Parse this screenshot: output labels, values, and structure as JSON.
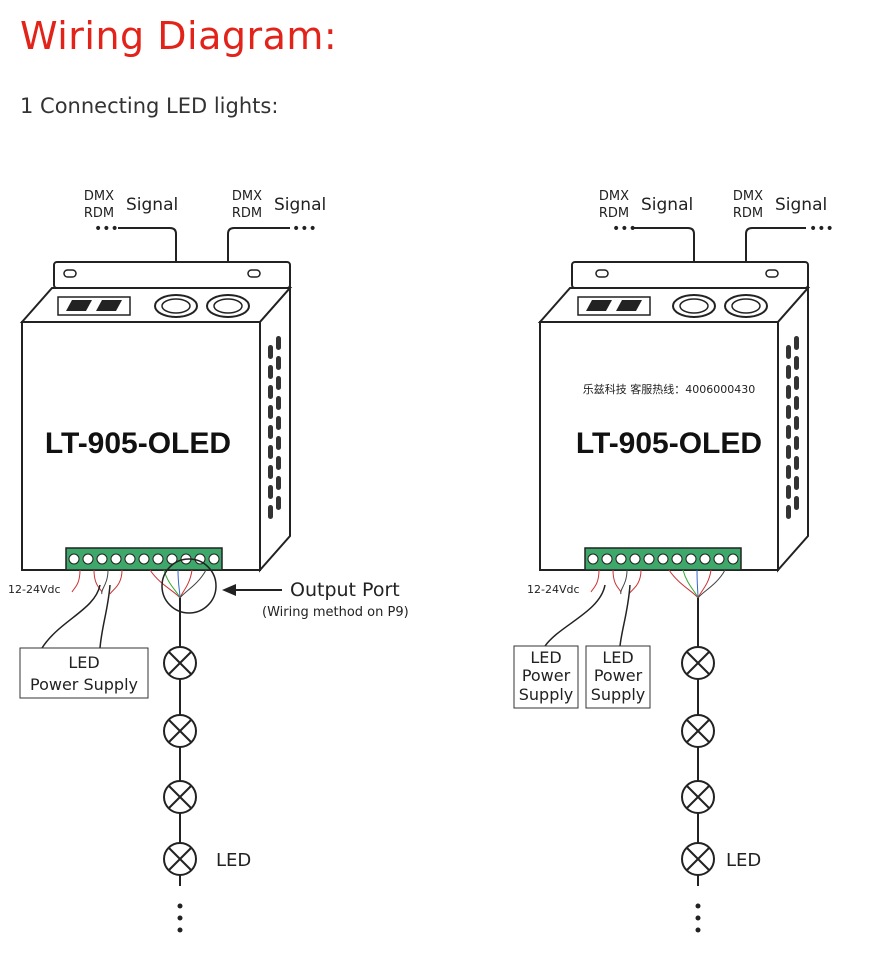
{
  "title": "Wiring Diagram:",
  "section": "1 Connecting LED lights:",
  "colors": {
    "title": "#e2231a",
    "terminal": "#3ea86a",
    "line": "#222222"
  },
  "left": {
    "model": "LT-905-OLED",
    "signal_in": {
      "protocol_top": "DMX",
      "protocol_bottom": "RDM",
      "label": "Signal"
    },
    "signal_out": {
      "protocol_top": "DMX",
      "protocol_bottom": "RDM",
      "label": "Signal"
    },
    "voltage": "12-24Vdc",
    "power_supply": {
      "line1": "LED",
      "line2": "Power Supply"
    },
    "output_port": "Output Port",
    "output_note": "(Wiring method on P9)",
    "led_label": "LED"
  },
  "right": {
    "model": "LT-905-OLED",
    "watermark": "乐兹科技 客服热线：4006000430",
    "signal_in": {
      "protocol_top": "DMX",
      "protocol_bottom": "RDM",
      "label": "Signal"
    },
    "signal_out": {
      "protocol_top": "DMX",
      "protocol_bottom": "RDM",
      "label": "Signal"
    },
    "voltage": "12-24Vdc",
    "power_supply_1": {
      "line1": "LED",
      "line2": "Power",
      "line3": "Supply"
    },
    "power_supply_2": {
      "line1": "LED",
      "line2": "Power",
      "line3": "Supply"
    },
    "led_label": "LED"
  }
}
